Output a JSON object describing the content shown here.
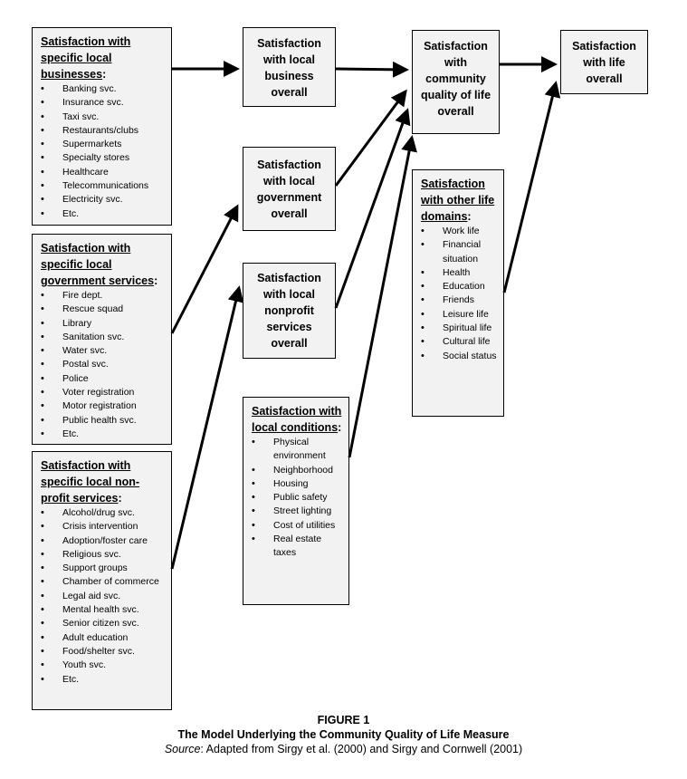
{
  "sources": [
    {
      "heading": "Satisfaction with specific local businesses",
      "items": [
        "Banking svc.",
        "Insurance svc.",
        "Taxi svc.",
        "Restaurants/clubs",
        "Supermarkets",
        "Specialty stores",
        "Healthcare",
        "Telecommunications",
        "Electricity svc.",
        "Etc."
      ]
    },
    {
      "heading": "Satisfaction with specific local government services",
      "items": [
        "Fire dept.",
        "Rescue squad",
        "Library",
        "Sanitation svc.",
        "Water svc.",
        "Postal svc.",
        "Police",
        "Voter registration",
        "Motor registration",
        "Public health svc.",
        "Etc."
      ]
    },
    {
      "heading": "Satisfaction with specific local non-profit services",
      "items": [
        "Alcohol/drug svc.",
        "Crisis intervention",
        "Adoption/foster care",
        "Religious svc.",
        "Support groups",
        "Chamber of commerce",
        "Legal aid svc.",
        "Mental health svc.",
        "Senior citizen svc.",
        "Adult education",
        "Food/shelter svc.",
        "Youth svc.",
        "Etc."
      ]
    },
    {
      "heading": "Satisfaction with local conditions",
      "items": [
        "Physical environment",
        "Neighborhood",
        "Housing",
        "Public safety",
        "Street lighting",
        "Cost of utilities",
        "Real estate taxes"
      ]
    },
    {
      "heading": "Satisfaction with other life domains",
      "items": [
        "Work life",
        "Financial situation",
        "Health",
        "Education",
        "Friends",
        "Leisure life",
        "Spiritual life",
        "Cultural life",
        "Social status"
      ]
    }
  ],
  "overall": {
    "business": "Satisfaction with local business overall",
    "government": "Satisfaction with local government overall",
    "nonprofit": "Satisfaction with local nonprofit services overall",
    "community": "Satisfaction with community quality of life overall",
    "life": "Satisfaction with life overall"
  },
  "caption": {
    "figure": "FIGURE 1",
    "title": "The Model Underlying the Community Quality of Life Measure",
    "source_label": "Source",
    "source_text": ": Adapted from Sirgy et al. (2000) and Sirgy and Cornwell (2001)"
  }
}
